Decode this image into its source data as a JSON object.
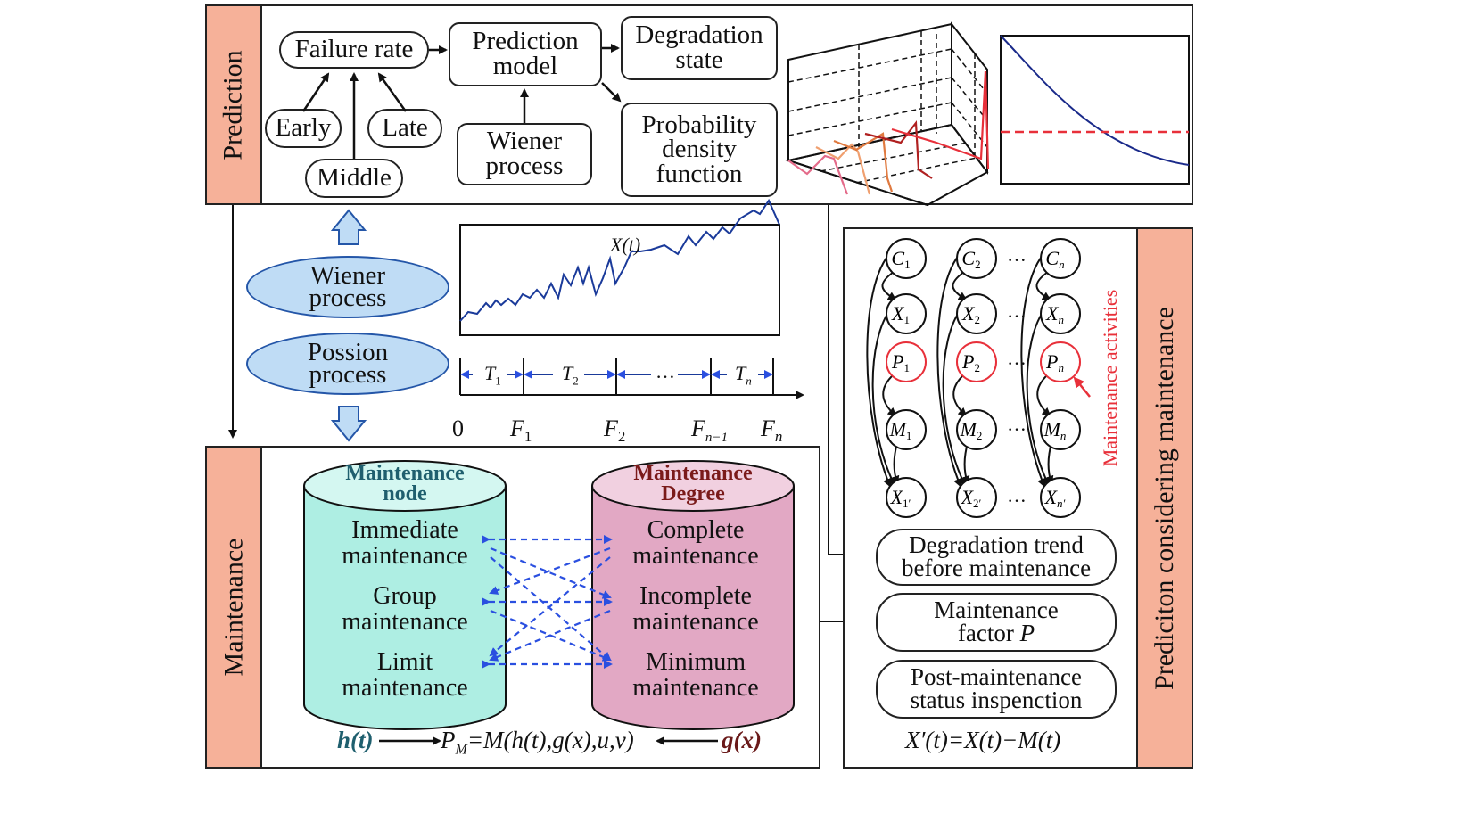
{
  "sections": {
    "prediction": "Prediction",
    "maintenance": "Maintenance",
    "prediction_considering_maintenance": "Prediciton considering maintenance"
  },
  "prediction_panel": {
    "failure_rate": "Failure rate",
    "early": "Early",
    "middle": "Middle",
    "late": "Late",
    "prediction_model": [
      "Prediction",
      "model"
    ],
    "wiener_process": [
      "Wiener",
      "process"
    ],
    "degradation_state": [
      "Degradation",
      "state"
    ],
    "pdf": [
      "Probability",
      "density",
      "function"
    ]
  },
  "middle": {
    "wiener_ellipse": [
      "Wiener",
      "process"
    ],
    "poisson_ellipse": [
      "Possion",
      "process"
    ],
    "signal_label": "X(t)",
    "intervals": [
      "T1",
      "T2",
      "…",
      "Tn"
    ],
    "interval_subs": [
      "1",
      "2",
      "",
      "n"
    ],
    "time_ticks": [
      {
        "main": "0",
        "sub": ""
      },
      {
        "main": "F",
        "sub": "1"
      },
      {
        "main": "F",
        "sub": "2"
      },
      {
        "main": "F",
        "sub": "n−1"
      },
      {
        "main": "F",
        "sub": "n"
      }
    ]
  },
  "maintenance_panel": {
    "node_db": {
      "title": [
        "Maintenance",
        "node"
      ],
      "items": [
        [
          "Immediate",
          "maintenance"
        ],
        [
          "Group",
          "maintenance"
        ],
        [
          "Limit",
          "maintenance"
        ]
      ],
      "color": "#aeeee3",
      "title_color": "#1f5f6e"
    },
    "degree_db": {
      "title": [
        "Maintenance",
        "Degree"
      ],
      "items": [
        [
          "Complete",
          "maintenance"
        ],
        [
          "Incomplete",
          "maintenance"
        ],
        [
          "Minimum",
          "maintenance"
        ]
      ],
      "color": "#e2a8c4",
      "title_color": "#7a1a1a"
    },
    "formula": {
      "left": "h(t)",
      "center": "P",
      "center_sub": "M",
      "center_rest": "=M(h(t),g(x),u,v)",
      "right": "g(x)"
    }
  },
  "right_panel": {
    "columns": [
      {
        "C": "C",
        "X": "X",
        "P": "P",
        "M": "M",
        "Xp": "X",
        "sub": "1"
      },
      {
        "C": "C",
        "X": "X",
        "P": "P",
        "M": "M",
        "Xp": "X",
        "sub": "2"
      },
      {
        "C": "C",
        "X": "X",
        "P": "P",
        "M": "M",
        "Xp": "X",
        "sub": "n"
      }
    ],
    "ellipsis": "···",
    "maintenance_activities": "Maintenance activities",
    "degradation_trend": [
      "Degradation trend",
      "before maintenance"
    ],
    "maintenance_factor": [
      "Maintenance",
      "factor "
    ],
    "maintenance_factor_var": "P",
    "post_inspection": [
      "Post-maintenance",
      "status inspenction"
    ],
    "formula": "X′(t)=X(t)−M(t)"
  },
  "colors": {
    "side_label": "#f6b199",
    "ellipse_fill": "#bfdcf5",
    "arrow_blue": "#2a4fe0",
    "accent_red": "#e8303a",
    "curve_blue": "#1a2a8a"
  }
}
